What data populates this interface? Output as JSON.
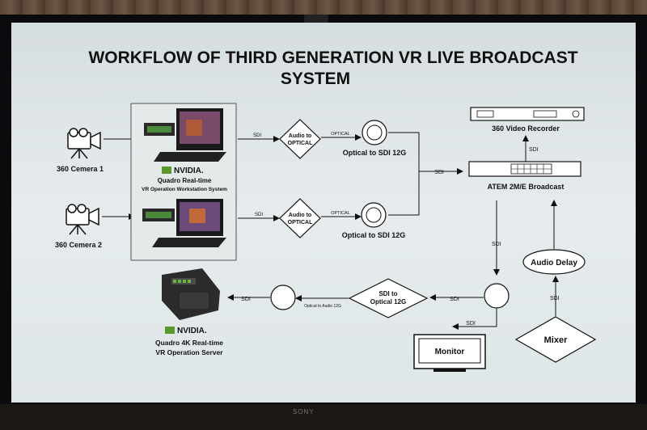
{
  "title": {
    "line1": "WORKFLOW OF THIRD GENERATION VR LIVE BROADCAST",
    "line2": "SYSTEM"
  },
  "tv_brand": "SONY",
  "cameras": {
    "cam1": "360 Cemera 1",
    "cam2": "360 Cemera 2"
  },
  "workstation": {
    "brand": "NVIDIA.",
    "line1": "Quadro Real-time",
    "line2": "VR Operation Workstation System"
  },
  "server": {
    "brand": "NVIDIA.",
    "line1": "Quadro 4K Real-time",
    "line2": "VR Operation Server"
  },
  "nodes": {
    "audio_to_optical_top": [
      "Audio to",
      "OPTICAL"
    ],
    "audio_to_optical_bottom": [
      "Audio to",
      "OPTICAL"
    ],
    "optical_to_sdi_top": "Optical to SDI 12G",
    "optical_to_sdi_bottom": "Optical to SDI 12G",
    "sdi_to_optical": [
      "SDI to",
      "Optical 12G"
    ],
    "video_recorder": "360 Video Recorder",
    "atem": "ATEM 2M/E Broadcast",
    "audio_delay": "Audio Delay",
    "mixer": "Mixer",
    "monitor": "Monitor"
  },
  "edge_labels": {
    "sdi": "SDI",
    "optical": "OPTICAL",
    "optical_to_audio": "Optical to Audio 12G"
  }
}
